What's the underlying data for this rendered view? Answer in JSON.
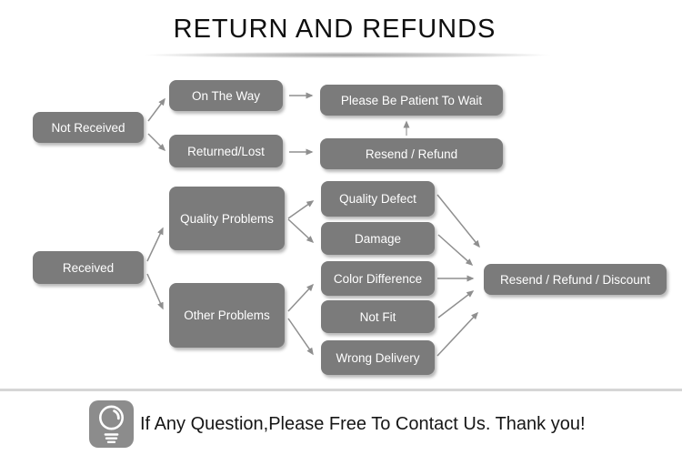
{
  "title": "RETURN AND REFUNDS",
  "flowchart": {
    "nodes": {
      "not_received": {
        "label": "Not Received"
      },
      "on_the_way": {
        "label": "On The Way"
      },
      "returned_lost": {
        "label": "Returned/Lost"
      },
      "please_wait": {
        "label": "Please Be Patient To Wait"
      },
      "resend_refund": {
        "label": "Resend / Refund"
      },
      "received": {
        "label": "Received"
      },
      "quality_problems": {
        "label": "Quality Problems"
      },
      "other_problems": {
        "label": "Other Problems"
      },
      "quality_defect": {
        "label": "Quality Defect"
      },
      "damage": {
        "label": "Damage"
      },
      "color_difference": {
        "label": "Color Difference"
      },
      "not_fit": {
        "label": "Not Fit"
      },
      "wrong_delivery": {
        "label": "Wrong Delivery"
      },
      "resend_refund_discount": {
        "label": "Resend / Refund / Discount"
      }
    },
    "edges": [
      {
        "from": "not_received",
        "to": "on_the_way"
      },
      {
        "from": "not_received",
        "to": "returned_lost"
      },
      {
        "from": "on_the_way",
        "to": "please_wait"
      },
      {
        "from": "returned_lost",
        "to": "resend_refund"
      },
      {
        "from": "resend_refund",
        "to": "please_wait"
      },
      {
        "from": "received",
        "to": "quality_problems"
      },
      {
        "from": "received",
        "to": "other_problems"
      },
      {
        "from": "quality_problems",
        "to": "quality_defect"
      },
      {
        "from": "quality_problems",
        "to": "damage"
      },
      {
        "from": "other_problems",
        "to": "color_difference"
      },
      {
        "from": "other_problems",
        "to": "wrong_delivery"
      },
      {
        "from": "quality_defect",
        "to": "resend_refund_discount"
      },
      {
        "from": "damage",
        "to": "resend_refund_discount"
      },
      {
        "from": "color_difference",
        "to": "resend_refund_discount"
      },
      {
        "from": "not_fit",
        "to": "resend_refund_discount"
      },
      {
        "from": "wrong_delivery",
        "to": "resend_refund_discount"
      }
    ]
  },
  "footer": {
    "icon": "light-bulb-icon",
    "message": "If Any Question,Please Free To Contact Us. Thank you!"
  },
  "colors": {
    "node_fill": "#7b7b7b",
    "node_text": "#ffffff",
    "arrow": "#8f8f8f",
    "title_text": "#0f0f0f",
    "footer_divider": "#d6d6d6",
    "icon_background": "#8c8c8c"
  }
}
